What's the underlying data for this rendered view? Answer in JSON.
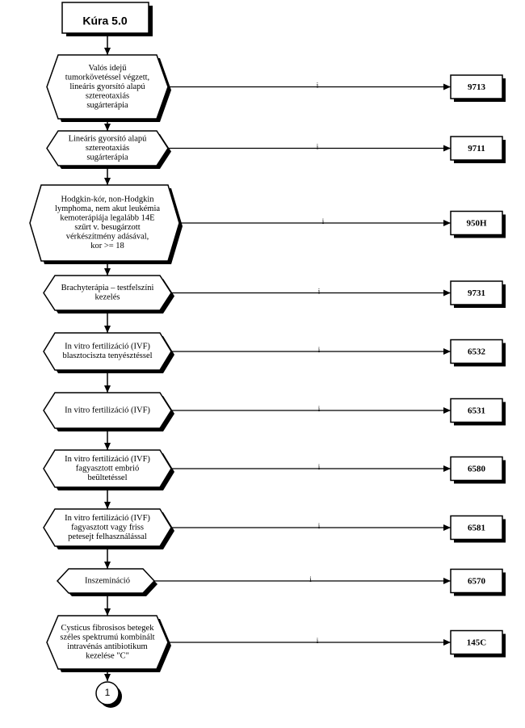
{
  "title": "Kúra 5.0",
  "branch_label": "i",
  "end_connector": "1",
  "steps": [
    {
      "lines": [
        "Valós idejű",
        "tumorkövetéssel végzett,",
        "lineáris gyorsító alapú",
        "sztereotaxiás",
        "sugárterápia"
      ],
      "code": "9713"
    },
    {
      "lines": [
        "Lineáris gyorsító alapú",
        "sztereotaxiás",
        "sugárterápia"
      ],
      "code": "9711"
    },
    {
      "lines": [
        "Hodgkin-kór, non-Hodgkin",
        "lymphoma, nem akut leukémia",
        "kemoterápiája legalább 14E",
        "szűrt v. besugárzott",
        "vérkészítmény adásával,",
        "kor >= 18"
      ],
      "code": "950H"
    },
    {
      "lines": [
        "Brachyterápia – testfelszíni",
        "kezelés"
      ],
      "code": "9731"
    },
    {
      "lines": [
        "In vitro fertilizáció (IVF)",
        "blasztociszta tenyésztéssel"
      ],
      "code": "6532"
    },
    {
      "lines": [
        "In vitro fertilizáció (IVF)"
      ],
      "code": "6531"
    },
    {
      "lines": [
        "In vitro fertilizáció (IVF)",
        "fagyasztott embrió",
        "beültetéssel"
      ],
      "code": "6580"
    },
    {
      "lines": [
        "In vitro fertilizáció (IVF)",
        "fagyasztott vagy friss",
        "petesejt felhasználással"
      ],
      "code": "6581"
    },
    {
      "lines": [
        "Inszemináció"
      ],
      "code": "6570"
    },
    {
      "lines": [
        "Cysticus fibrosisos betegek",
        "széles spektrumú kombinált",
        "intravénás antibiotikum",
        "kezelése \"C\""
      ],
      "code": "145C"
    }
  ]
}
